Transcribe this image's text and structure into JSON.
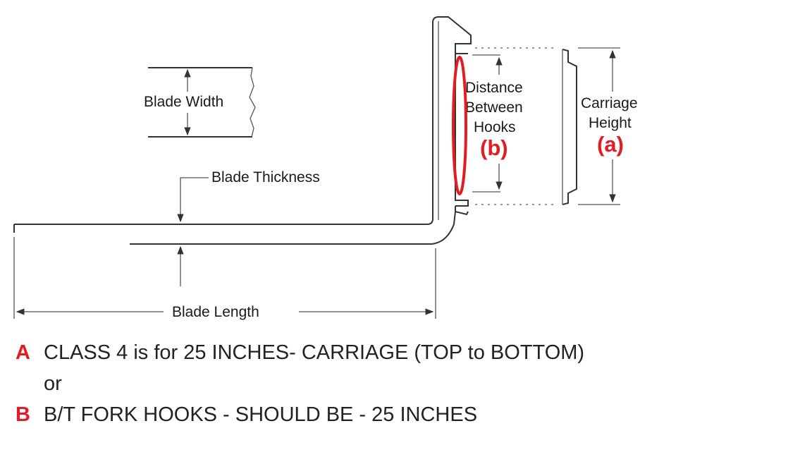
{
  "diagram": {
    "labels": {
      "blade_width": "Blade Width",
      "blade_thickness": "Blade Thickness",
      "blade_length": "Blade Length",
      "distance_line1": "Distance",
      "distance_line2": "Between",
      "distance_line3": "Hooks",
      "marker_b": "(b)",
      "carriage_line1": "Carriage",
      "carriage_line2": "Height",
      "marker_a": "(a)"
    },
    "colors": {
      "annotation_red": "#e31b23",
      "line_dark": "#333333",
      "text_dark": "#1a1a1a"
    }
  },
  "notes": [
    {
      "letter": "A",
      "text": "CLASS 4 is for 25 INCHES- CARRIAGE (TOP to BOTTOM)"
    },
    {
      "letter": "",
      "text": "or"
    },
    {
      "letter": "B",
      "text": "B/T FORK HOOKS - SHOULD BE - 25 INCHES"
    }
  ]
}
